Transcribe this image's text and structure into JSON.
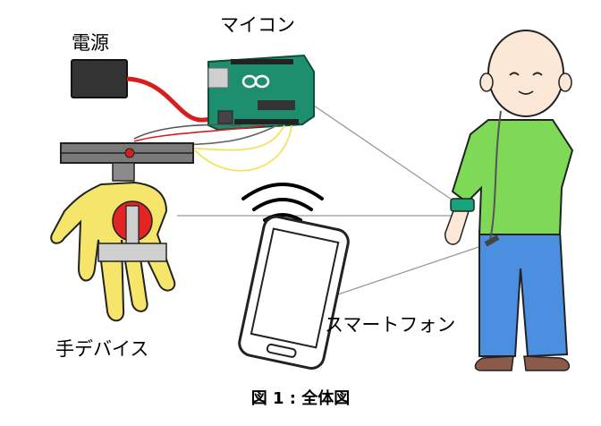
{
  "labels": {
    "power": "電源",
    "microcontroller": "マイコン",
    "hand_device": "手デバイス",
    "smartphone": "スマートフォン"
  },
  "caption": "図 1 : 全体図",
  "colors": {
    "board": "#1e8f6e",
    "shirt": "#7ed957",
    "pants": "#4a8fe0",
    "glove": "#f5e56b",
    "hand_red": "#e22424",
    "power_cable": "#d61e1e",
    "wire_yellow": "#f2e14a",
    "skin": "#fbe8d6",
    "shoes": "#8a5a4a",
    "band": "#16a57a"
  },
  "icons": {
    "arduino_logo": "infinity-icon",
    "wireless": "wifi-signal-icon"
  }
}
